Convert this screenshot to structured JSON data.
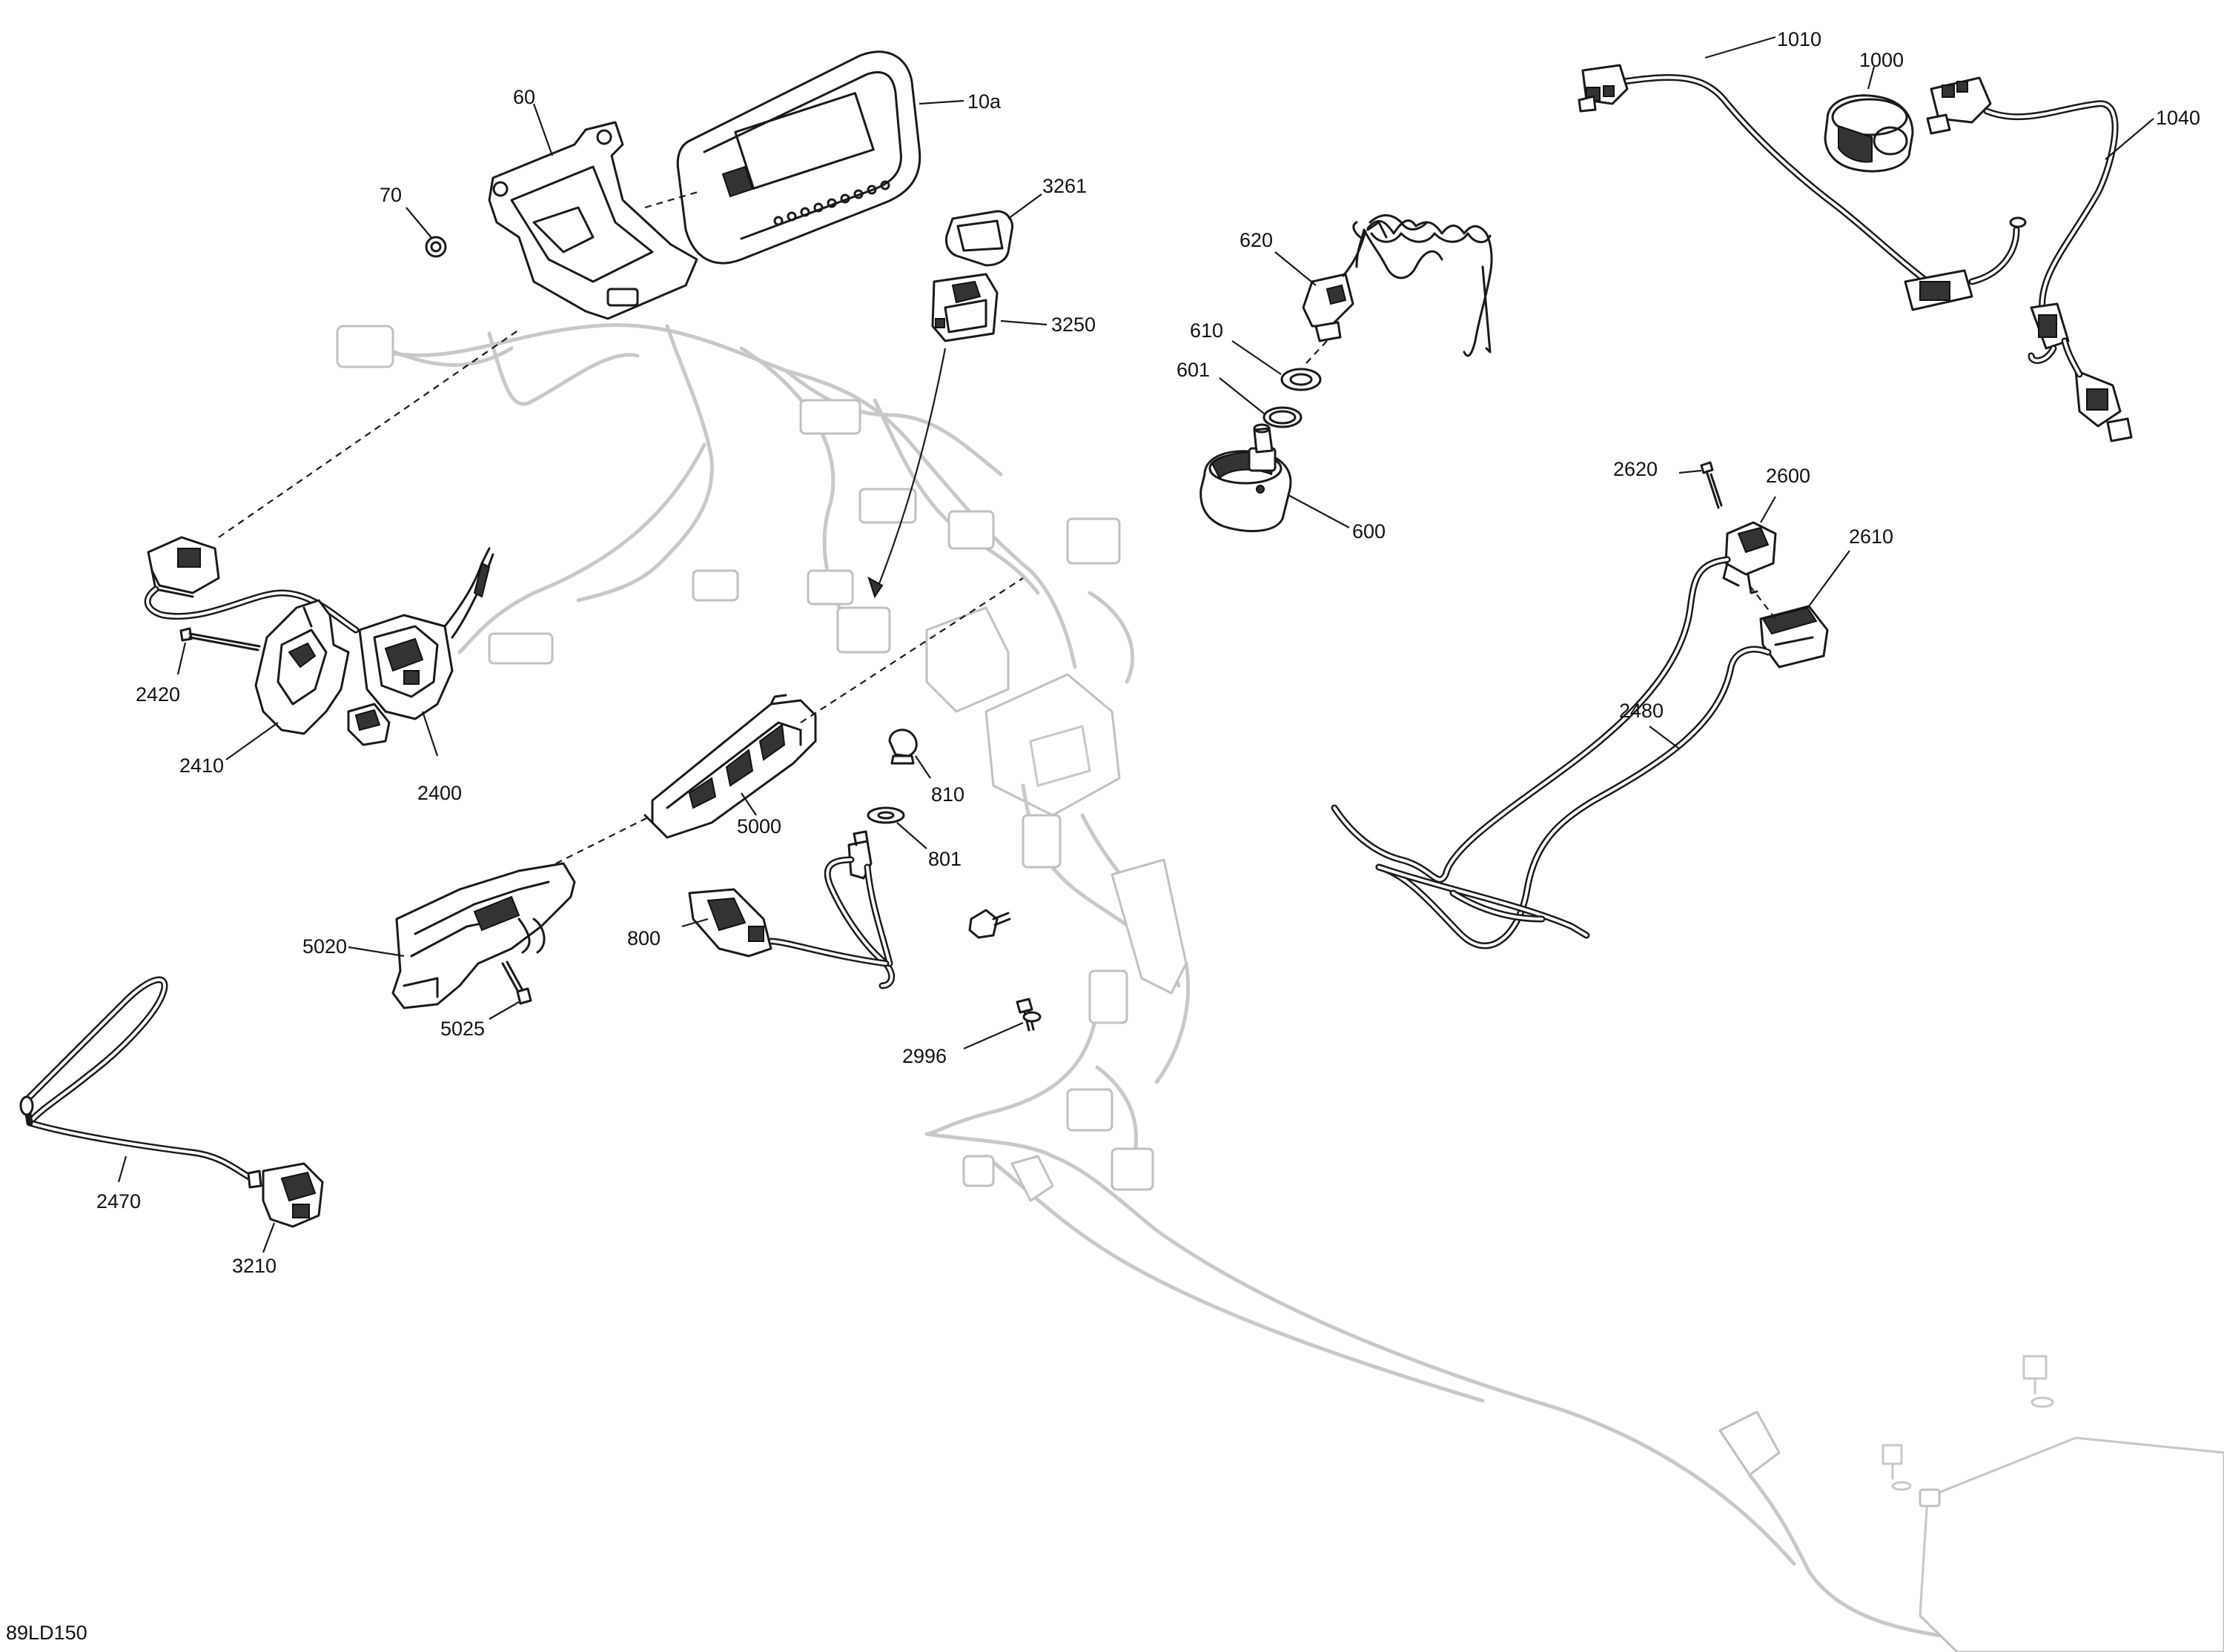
{
  "reference_code": "89LD150",
  "callouts": {
    "c10a": "10a",
    "c60": "60",
    "c70": "70",
    "c3261": "3261",
    "c3250": "3250",
    "c620": "620",
    "c610": "610",
    "c601": "601",
    "c600": "600",
    "c1010": "1010",
    "c1000": "1000",
    "c1040": "1040",
    "c2620": "2620",
    "c2600": "2600",
    "c2610": "2610",
    "c2480": "2480",
    "c2420": "2420",
    "c2410": "2410",
    "c2400": "2400",
    "c5000": "5000",
    "c810": "810",
    "c801": "801",
    "c800": "800",
    "c5020": "5020",
    "c5025": "5025",
    "c2996": "2996",
    "c2470": "2470",
    "c3210": "3210"
  }
}
